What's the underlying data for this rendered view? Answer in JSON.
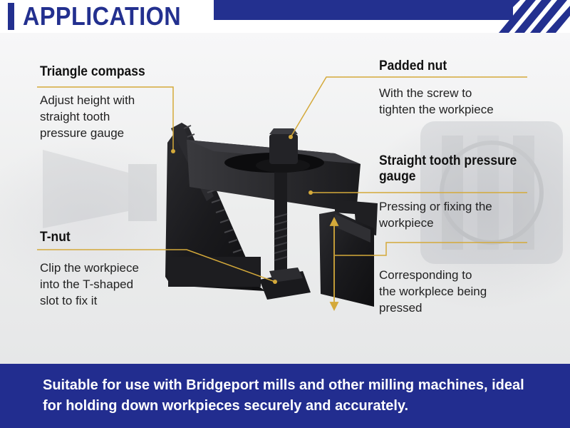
{
  "header": {
    "title": "APPLICATION"
  },
  "annotations": {
    "triangle_compass": {
      "label": "Triangle compass",
      "description": [
        "Adjust height with",
        "straight tooth",
        "pressure gauge"
      ]
    },
    "padded_nut": {
      "label": "Padded nut",
      "description": [
        "With the screw to",
        "tighten the workpiece"
      ]
    },
    "straight_tooth": {
      "label": [
        "Straight tooth pressure",
        "gauge"
      ],
      "description": [
        "Pressing or fixing the",
        "workpiece"
      ]
    },
    "t_nut": {
      "label": "T-nut",
      "description": [
        "Clip the workpiece",
        "into the T-shaped",
        "slot to fix it"
      ]
    },
    "corresponding": {
      "description": [
        "Corresponding to",
        "the workplece being",
        "pressed"
      ]
    }
  },
  "footer": {
    "text": [
      "Suitable for use with Bridgeport mills and other milling machines, ideal",
      "for holding down workpieces securely and accurately."
    ]
  },
  "colors": {
    "brand_blue": "#23308f",
    "footer_blue": "#222d8f",
    "leader_gold": "#d4a93a",
    "clamp_black": "#1c1c1e"
  }
}
